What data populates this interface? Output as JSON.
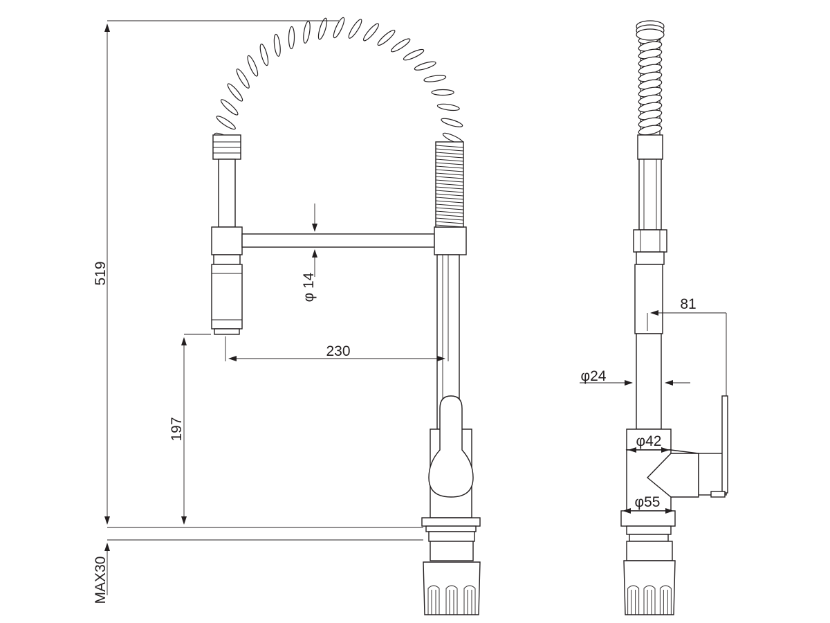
{
  "dimensions": {
    "total_height": "519",
    "spout_height": "197",
    "spout_reach": "230",
    "bar_diameter": "φ 14",
    "max_thickness": "MAX30",
    "side_offset": "81",
    "body_diameter": "φ24",
    "collar_diameter": "φ42",
    "base_diameter": "φ55"
  }
}
